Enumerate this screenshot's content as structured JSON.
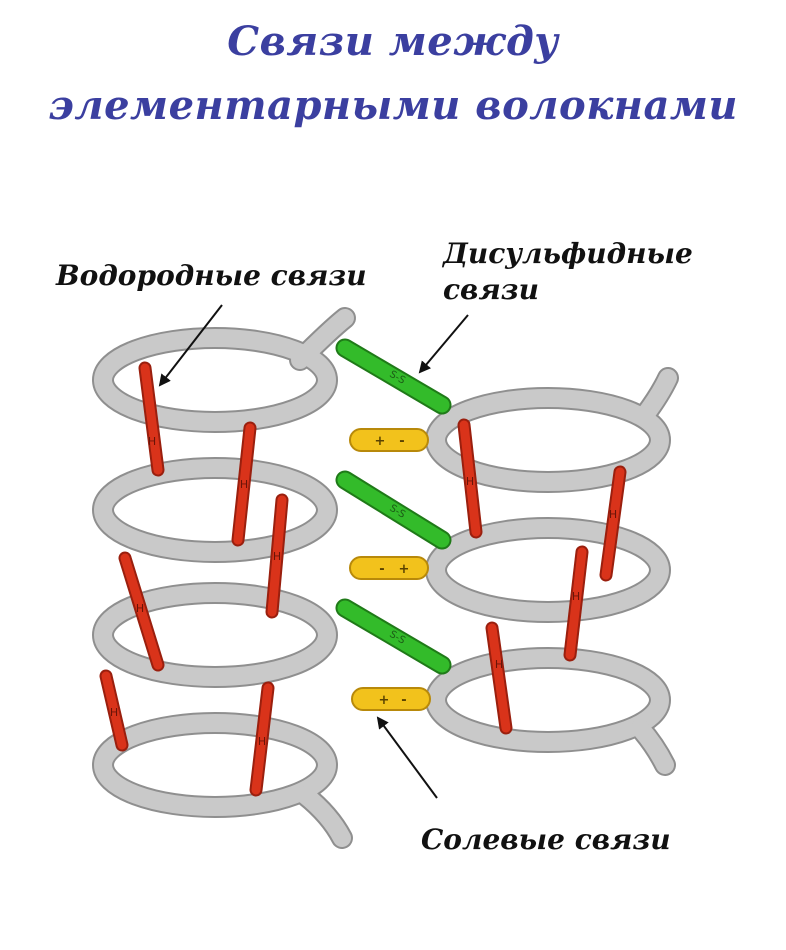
{
  "title": {
    "line1": "Связи между",
    "line2": "элементарными волокнами"
  },
  "labels": {
    "hydrogen": "Водородные связи",
    "disulfide_line1": "Дисульфидные",
    "disulfide_line2": "связи",
    "salt": "Солевые связи"
  },
  "bond_marks": {
    "hydrogen": "H",
    "disulfide": "S-S",
    "salt_plus": "+",
    "salt_minus": "-"
  },
  "colors": {
    "title": "#3b3fa0",
    "helix": "#c9c9c9",
    "helix_outline": "#8f8f8f",
    "hydrogen_bond": "#d9331a",
    "disulfide_bond": "#33bb2a",
    "salt_bond": "#f2c21c"
  }
}
